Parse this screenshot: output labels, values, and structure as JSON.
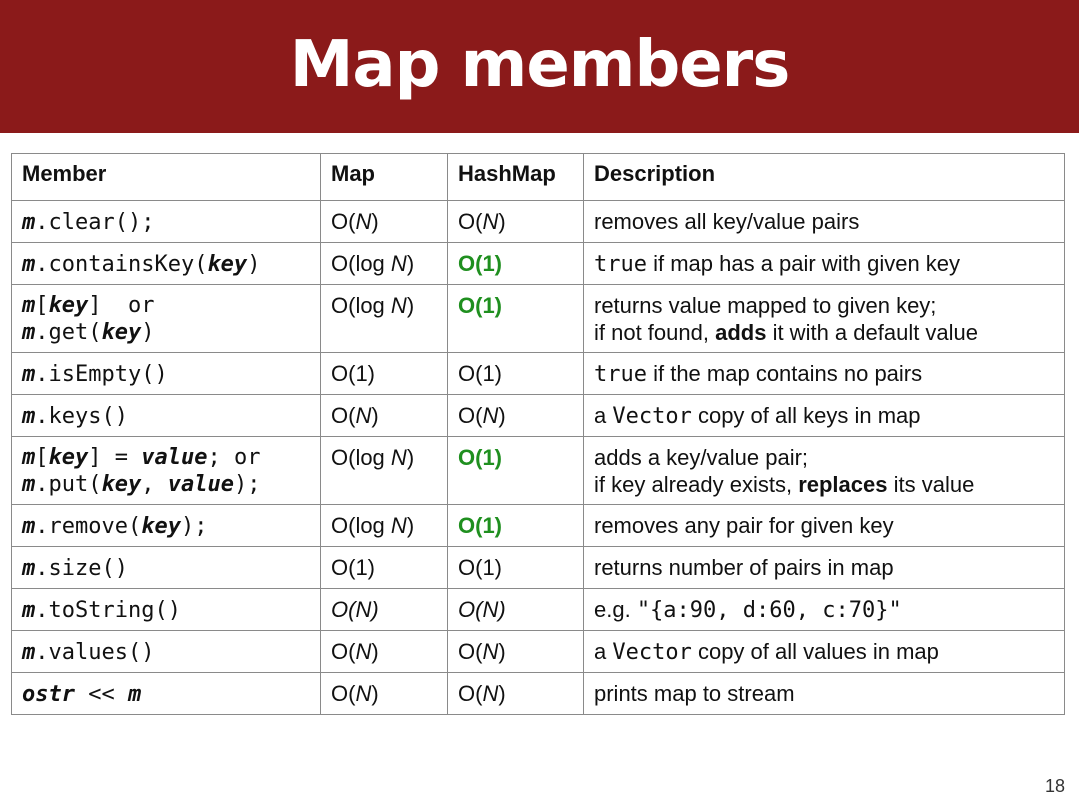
{
  "title": "Map members",
  "page_number": "18",
  "colors": {
    "title_bg": "#8b1a1a",
    "title_fg": "#ffffff",
    "fast": "#1f8f1f",
    "border": "#8a8a8a"
  },
  "headers": {
    "member": "Member",
    "map": "Map",
    "hashmap": "HashMap",
    "description": "Description"
  },
  "rows": {
    "clear": {
      "obj": "m",
      "rest": ".clear();",
      "map": "O(",
      "map_n": "N",
      "map_close": ")",
      "hash": "O(",
      "hash_n": "N",
      "hash_close": ")",
      "desc": "removes all key/value pairs"
    },
    "containsKey": {
      "obj": "m",
      "p1": ".containsKey(",
      "arg": "key",
      "p2": ")",
      "map": "O(log ",
      "map_n": "N",
      "map_close": ")",
      "hash": "O(1)",
      "desc_code": "true",
      "desc": " if map has a pair with given key"
    },
    "getkey": {
      "obj": "m",
      "p1": "[",
      "arg": "key",
      "p2": "]  or",
      "obj2": "m",
      "p3": ".get(",
      "arg2": "key",
      "p4": ")",
      "map": "O(log ",
      "map_n": "N",
      "map_close": ")",
      "hash": "O(1)",
      "desc1": "returns value mapped to given key;",
      "desc2a": "if not found, ",
      "desc2b": "adds",
      "desc2c": " it with a default value"
    },
    "isEmpty": {
      "obj": "m",
      "rest": ".isEmpty()",
      "map": "O(1)",
      "hash": "O(1)",
      "desc_code": "true",
      "desc": " if the map contains no pairs"
    },
    "keys": {
      "obj": "m",
      "rest": ".keys()",
      "map": "O(",
      "map_n": "N",
      "map_close": ")",
      "hash": "O(",
      "hash_n": "N",
      "hash_close": ")",
      "desc_a": "a ",
      "desc_code": "Vector",
      "desc_b": " copy of all keys in map"
    },
    "put": {
      "obj": "m",
      "p1": "[",
      "arg": "key",
      "p2": "] = ",
      "val": "value",
      "p3": "; or",
      "obj2": "m",
      "p4": ".put(",
      "arg2": "key",
      "p5": ", ",
      "val2": "value",
      "p6": ");",
      "map": "O(log ",
      "map_n": "N",
      "map_close": ")",
      "hash": "O(1)",
      "desc1": "adds a key/value pair;",
      "desc2a": "if key already exists, ",
      "desc2b": "replaces",
      "desc2c": " its value"
    },
    "remove": {
      "obj": "m",
      "p1": ".remove(",
      "arg": "key",
      "p2": ");",
      "map": "O(log ",
      "map_n": "N",
      "map_close": ")",
      "hash": "O(1)",
      "desc": "removes any pair for given key"
    },
    "size": {
      "obj": "m",
      "rest": ".size()",
      "map": "O(1)",
      "hash": "O(1)",
      "desc": "returns number of pairs in map"
    },
    "toString": {
      "obj": "m",
      "rest": ".toString()",
      "map": "O(N)",
      "hash": "O(N)",
      "desc_a": "e.g. ",
      "desc_code": "\"{a:90, d:60, c:70}\""
    },
    "values": {
      "obj": "m",
      "rest": ".values()",
      "map": "O(",
      "map_n": "N",
      "map_close": ")",
      "hash": "O(",
      "hash_n": "N",
      "hash_close": ")",
      "desc_a": "a ",
      "desc_code": "Vector",
      "desc_b": " copy of all values in map"
    },
    "ostr": {
      "obj": "ostr",
      "op": " << ",
      "obj2": "m",
      "map": "O(",
      "map_n": "N",
      "map_close": ")",
      "hash": "O(",
      "hash_n": "N",
      "hash_close": ")",
      "desc": "prints map to stream"
    }
  }
}
